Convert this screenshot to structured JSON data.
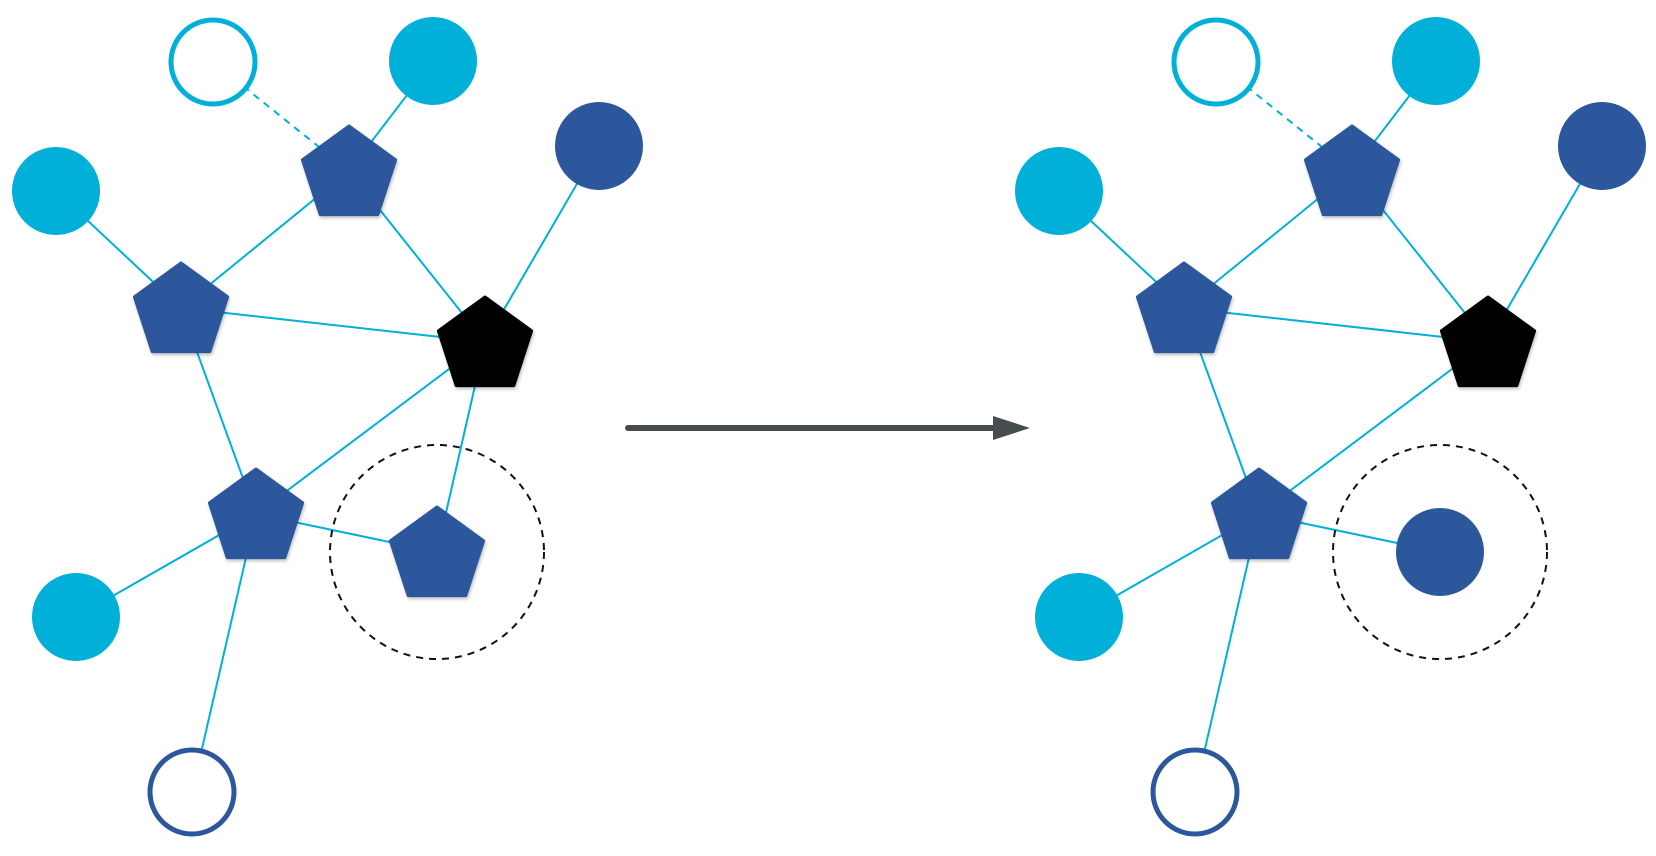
{
  "colors": {
    "light_blue": "#00b0d8",
    "dark_blue": "#2d579c",
    "black": "#000000",
    "arrow": "#474c4f",
    "dashed_circle": "#111111",
    "background": "#ffffff"
  },
  "diagrams": [
    {
      "id": "before",
      "nodes": [
        {
          "id": "a",
          "shape": "circle-outline",
          "color": "light_blue"
        },
        {
          "id": "b",
          "shape": "circle",
          "color": "light_blue"
        },
        {
          "id": "c",
          "shape": "pentagon",
          "color": "dark_blue"
        },
        {
          "id": "d",
          "shape": "circle",
          "color": "dark_blue"
        },
        {
          "id": "e",
          "shape": "circle",
          "color": "light_blue"
        },
        {
          "id": "f",
          "shape": "pentagon",
          "color": "dark_blue"
        },
        {
          "id": "g",
          "shape": "pentagon",
          "color": "black"
        },
        {
          "id": "h",
          "shape": "pentagon",
          "color": "dark_blue"
        },
        {
          "id": "i",
          "shape": "pentagon",
          "color": "dark_blue",
          "highlighted": true
        },
        {
          "id": "j",
          "shape": "circle",
          "color": "light_blue"
        },
        {
          "id": "k",
          "shape": "circle-outline",
          "color": "dark_blue"
        }
      ],
      "edges": [
        {
          "from": "a",
          "to": "c",
          "style": "dashed"
        },
        {
          "from": "b",
          "to": "c",
          "style": "solid"
        },
        {
          "from": "c",
          "to": "f",
          "style": "solid"
        },
        {
          "from": "c",
          "to": "g",
          "style": "solid"
        },
        {
          "from": "e",
          "to": "f",
          "style": "solid"
        },
        {
          "from": "f",
          "to": "g",
          "style": "solid"
        },
        {
          "from": "f",
          "to": "h",
          "style": "solid"
        },
        {
          "from": "d",
          "to": "g",
          "style": "solid"
        },
        {
          "from": "g",
          "to": "h",
          "style": "solid"
        },
        {
          "from": "g",
          "to": "i",
          "style": "solid"
        },
        {
          "from": "h",
          "to": "i",
          "style": "solid"
        },
        {
          "from": "h",
          "to": "j",
          "style": "solid"
        },
        {
          "from": "h",
          "to": "k",
          "style": "solid"
        }
      ]
    },
    {
      "id": "after",
      "nodes": [
        {
          "id": "a",
          "shape": "circle-outline",
          "color": "light_blue"
        },
        {
          "id": "b",
          "shape": "circle",
          "color": "light_blue"
        },
        {
          "id": "c",
          "shape": "pentagon",
          "color": "dark_blue"
        },
        {
          "id": "d",
          "shape": "circle",
          "color": "dark_blue"
        },
        {
          "id": "e",
          "shape": "circle",
          "color": "light_blue"
        },
        {
          "id": "f",
          "shape": "pentagon",
          "color": "dark_blue"
        },
        {
          "id": "g",
          "shape": "pentagon",
          "color": "black"
        },
        {
          "id": "h",
          "shape": "pentagon",
          "color": "dark_blue"
        },
        {
          "id": "i",
          "shape": "circle",
          "color": "dark_blue",
          "highlighted": true
        },
        {
          "id": "j",
          "shape": "circle",
          "color": "light_blue"
        },
        {
          "id": "k",
          "shape": "circle-outline",
          "color": "dark_blue"
        }
      ],
      "edges": [
        {
          "from": "a",
          "to": "c",
          "style": "dashed"
        },
        {
          "from": "b",
          "to": "c",
          "style": "solid"
        },
        {
          "from": "c",
          "to": "f",
          "style": "solid"
        },
        {
          "from": "c",
          "to": "g",
          "style": "solid"
        },
        {
          "from": "e",
          "to": "f",
          "style": "solid"
        },
        {
          "from": "f",
          "to": "g",
          "style": "solid"
        },
        {
          "from": "f",
          "to": "h",
          "style": "solid"
        },
        {
          "from": "d",
          "to": "g",
          "style": "solid"
        },
        {
          "from": "g",
          "to": "h",
          "style": "solid"
        },
        {
          "from": "h",
          "to": "i",
          "style": "solid"
        },
        {
          "from": "h",
          "to": "j",
          "style": "solid"
        },
        {
          "from": "h",
          "to": "k",
          "style": "solid"
        }
      ]
    }
  ],
  "arrow": {
    "direction": "right"
  }
}
